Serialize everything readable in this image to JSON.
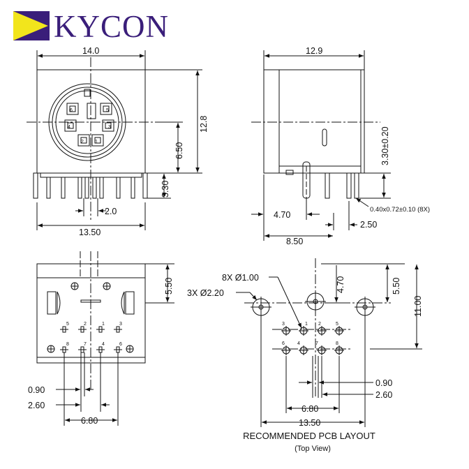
{
  "brand": {
    "name": "KYCON",
    "mark_color": "#f2e51c",
    "text_color": "#3a1e7a"
  },
  "front_view": {
    "width": "14.0",
    "bottom_width": "13.50",
    "height": "12.8",
    "center_height": "6.50",
    "pin_length": "3.30",
    "pin_spacing": "2.0",
    "pin_numbers": [
      "6",
      "5",
      "4",
      "3",
      "2",
      "1"
    ]
  },
  "side_view": {
    "depth": "12.9",
    "pin_height": "3.30±0.20",
    "offset": "4.70",
    "pin_pitch": "2.50",
    "pin_span": "8.50",
    "pin_size": "0.40x0.72±0.10 (8X)"
  },
  "bottom_view": {
    "height": "5.50",
    "small_pitch": "0.90",
    "mid_span": "2.60",
    "wide_span": "6.80",
    "pin_labels_top": [
      "5",
      "2",
      "1",
      "3"
    ],
    "pin_labels_bottom": [
      "8",
      "7",
      "4",
      "6"
    ]
  },
  "pcb_layout": {
    "hole_small": "8X Ø1.00",
    "hole_large": "3X Ø2.20",
    "v1": "4.70",
    "v2": "5.50",
    "v3": "11.00",
    "h1": "0.90",
    "h2": "2.60",
    "h3": "6.80",
    "h4": "13.50",
    "pin_labels_top": [
      "3",
      "1",
      "2",
      "5"
    ],
    "pin_labels_bottom": [
      "6",
      "4",
      "7",
      "8"
    ],
    "title": "RECOMMENDED PCB LAYOUT",
    "subtitle": "(Top View)"
  }
}
